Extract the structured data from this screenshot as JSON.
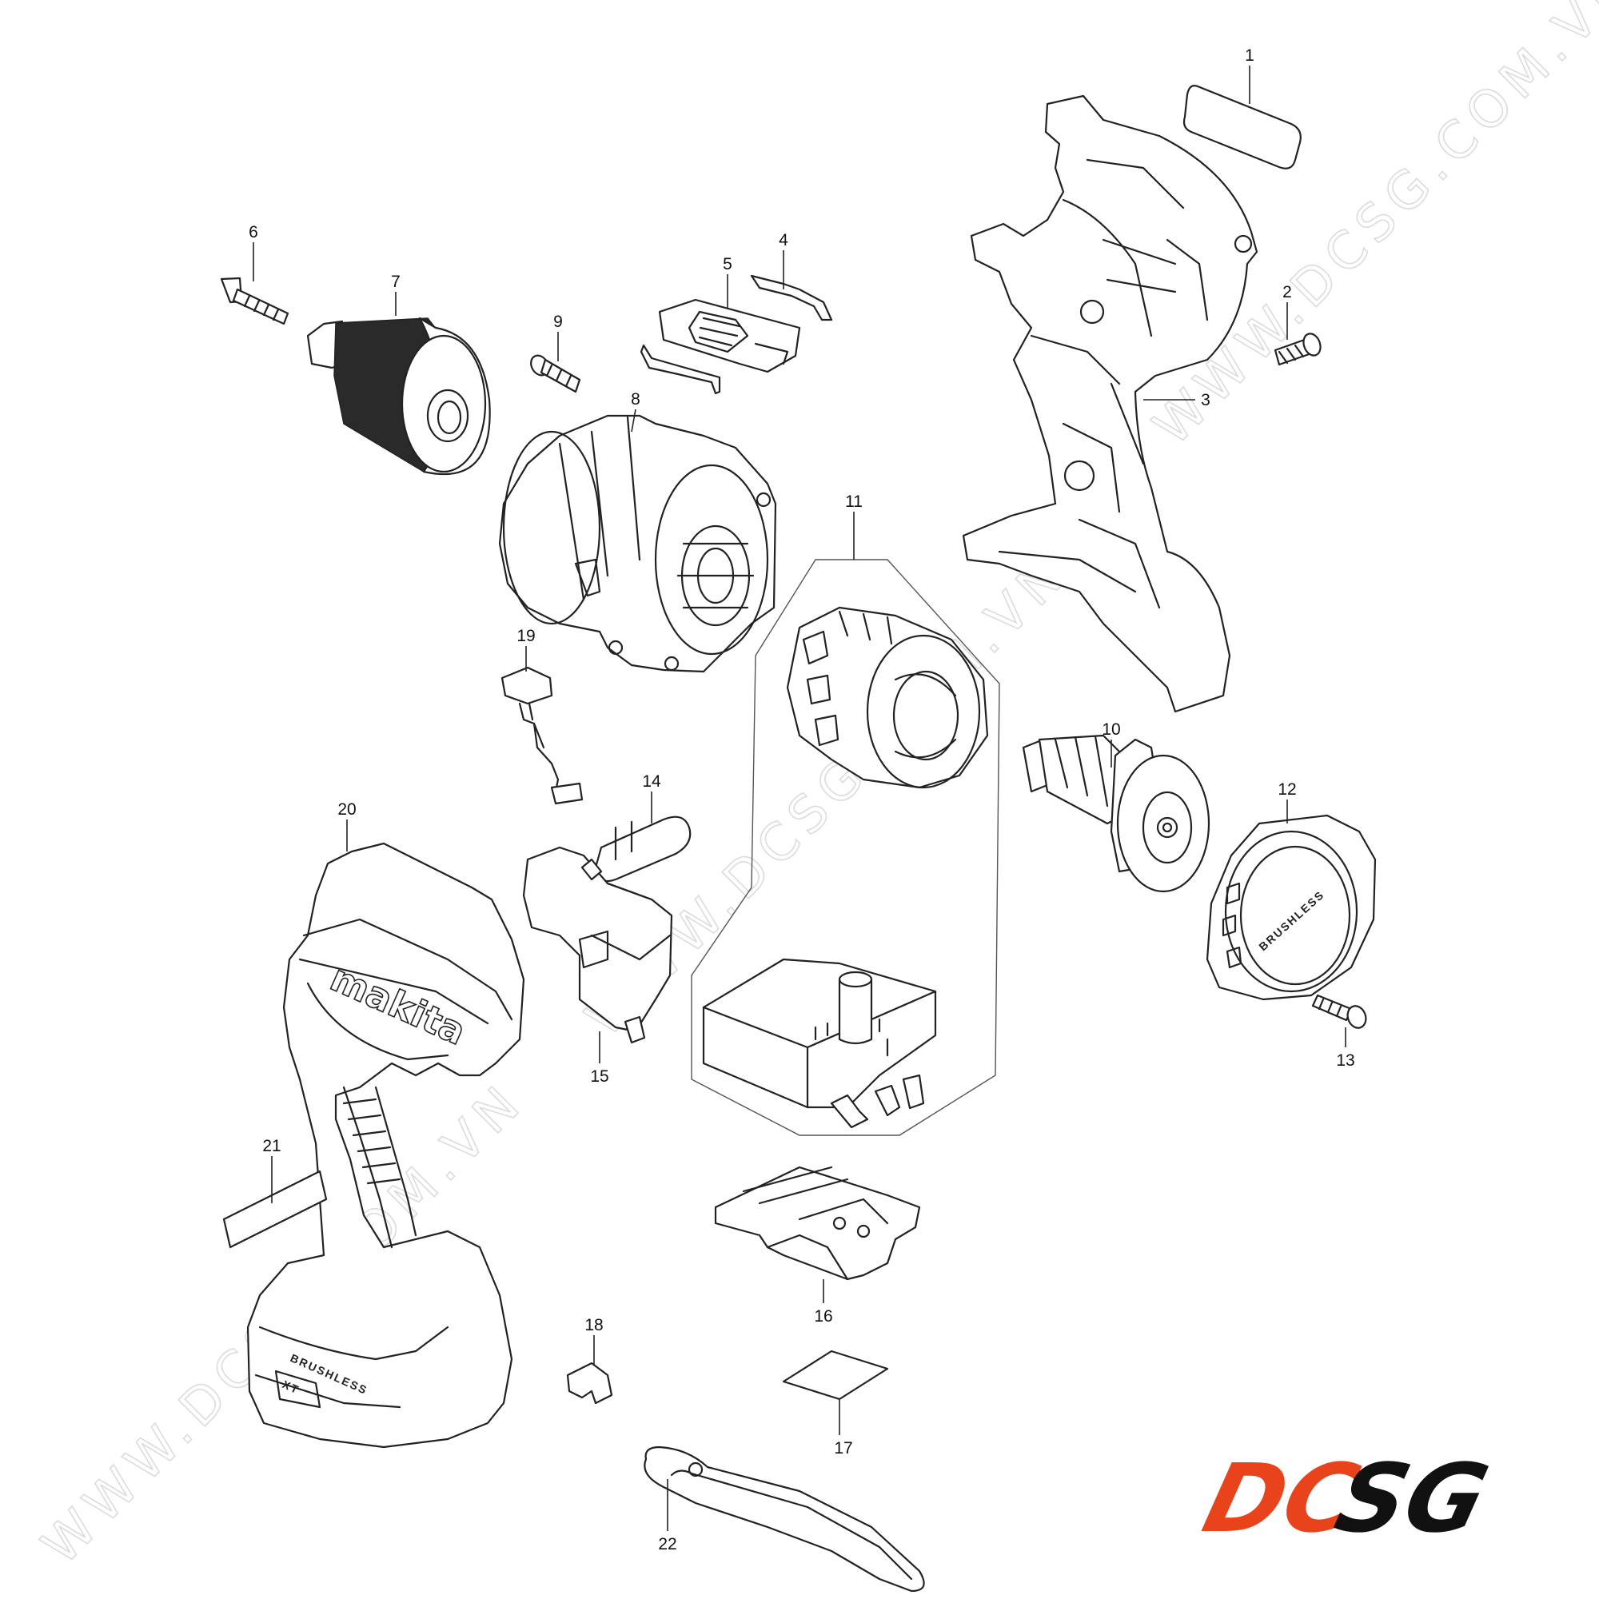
{
  "watermark": {
    "text": "WWW.DCSG.COM.VN"
  },
  "brand": {
    "name": "makita",
    "badge": "BRUSHLESS",
    "battery_mark": "XT"
  },
  "logo": {
    "letters": [
      "DC",
      "SG"
    ],
    "colors": {
      "primary": "#e8431a",
      "secondary": "#111111"
    }
  },
  "callouts": [
    {
      "id": "1",
      "label": "1"
    },
    {
      "id": "2",
      "label": "2"
    },
    {
      "id": "3",
      "label": "3"
    },
    {
      "id": "4",
      "label": "4"
    },
    {
      "id": "5",
      "label": "5"
    },
    {
      "id": "6",
      "label": "6"
    },
    {
      "id": "7",
      "label": "7"
    },
    {
      "id": "8",
      "label": "8"
    },
    {
      "id": "9",
      "label": "9"
    },
    {
      "id": "10",
      "label": "10"
    },
    {
      "id": "11",
      "label": "11"
    },
    {
      "id": "12",
      "label": "12"
    },
    {
      "id": "13",
      "label": "13"
    },
    {
      "id": "14",
      "label": "14"
    },
    {
      "id": "15",
      "label": "15"
    },
    {
      "id": "16",
      "label": "16"
    },
    {
      "id": "17",
      "label": "17"
    },
    {
      "id": "18",
      "label": "18"
    },
    {
      "id": "19",
      "label": "19"
    },
    {
      "id": "20",
      "label": "20"
    },
    {
      "id": "21",
      "label": "21"
    },
    {
      "id": "22",
      "label": "22"
    }
  ]
}
